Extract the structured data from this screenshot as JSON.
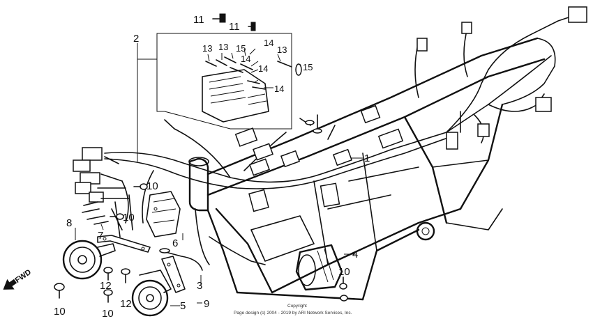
{
  "diagram": {
    "callouts": {
      "c1": "1",
      "c2": "2",
      "c3": "3",
      "c4": "4",
      "c5": "5",
      "c6": "6",
      "c7": "7",
      "c8": "8",
      "c9": "9",
      "c10a": "10",
      "c10b": "10",
      "c10c": "10",
      "c10d": "10",
      "c10e": "10",
      "c11a": "11",
      "c11b": "11",
      "c12a": "12",
      "c12b": "12",
      "c13a": "13",
      "c13b": "13",
      "c13c": "13",
      "c14a": "14",
      "c14b": "14",
      "c14c": "14",
      "c14d": "14",
      "c15a": "15",
      "c15b": "15"
    },
    "fwd_label": "FWD",
    "copyright_line1": "Copyright",
    "copyright_line2": "Page design (c) 2004 - 2019 by ARI Network Services, Inc."
  }
}
